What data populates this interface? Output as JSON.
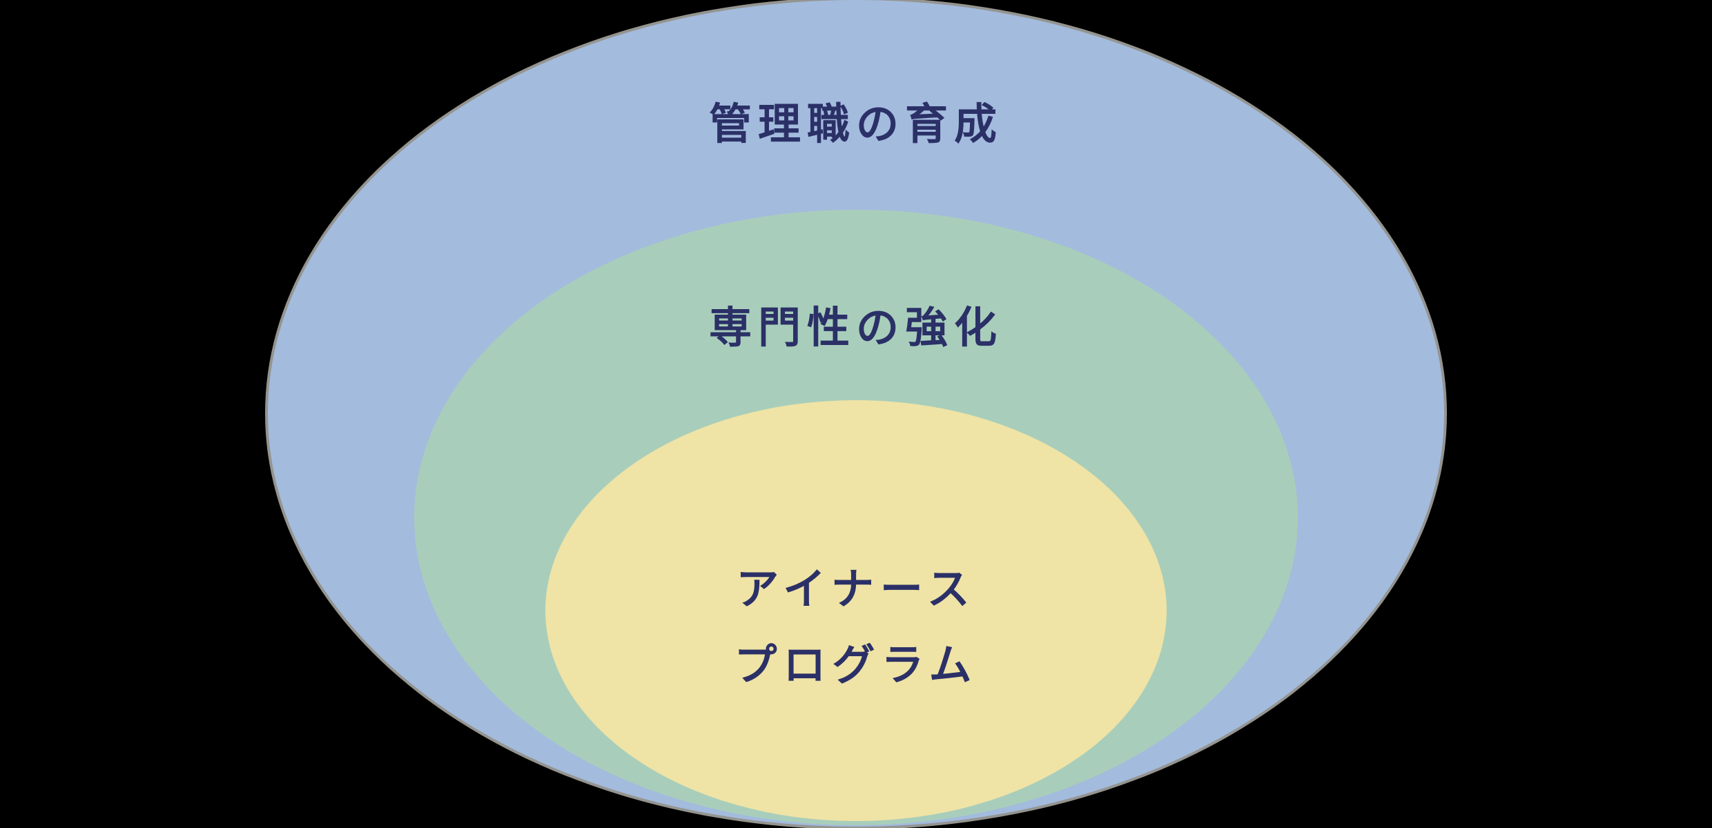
{
  "diagram": {
    "type": "nested-ellipse-onion",
    "background_color": "#000000",
    "text_color": "#2b3067",
    "rings": [
      {
        "id": "outer",
        "label": "管理職の育成",
        "color": "#a3bbdd"
      },
      {
        "id": "middle",
        "label": "専門性の強化",
        "color": "#a8cebb"
      },
      {
        "id": "inner",
        "label_line1": "アイナース",
        "label_line2": "プログラム",
        "color": "#efe3a6"
      }
    ]
  }
}
